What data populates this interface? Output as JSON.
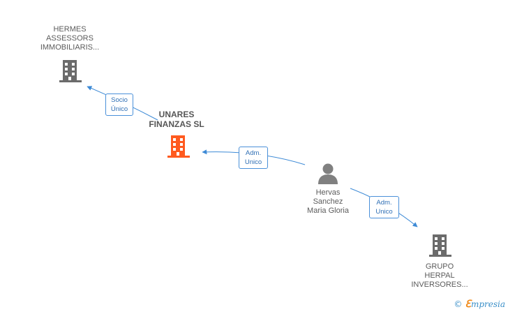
{
  "colors": {
    "edge": "#3d8ad6",
    "building": "#6b6b6b",
    "building_main": "#ff5a1f",
    "person": "#808080"
  },
  "nodes": {
    "hermes": {
      "lines": [
        "HERMES",
        "ASSESSORS",
        "IMMOBILIARIS..."
      ],
      "icon": "building-icon"
    },
    "unares": {
      "lines": [
        "UNARES",
        "FINANZAS SL"
      ],
      "icon": "building-icon"
    },
    "hervas": {
      "lines": [
        "Hervas",
        "Sanchez",
        "Maria Gloria"
      ],
      "icon": "person-icon"
    },
    "grupo": {
      "lines": [
        "GRUPO",
        "HERPAL",
        "INVERSORES..."
      ],
      "icon": "building-icon"
    }
  },
  "edges": {
    "socio": {
      "lines": [
        "Socio",
        "Único"
      ]
    },
    "adm1": {
      "lines": [
        "Adm.",
        "Unico"
      ]
    },
    "adm2": {
      "lines": [
        "Adm.",
        "Unico"
      ]
    }
  },
  "brand": {
    "copyright": "©",
    "initial": "ℇ",
    "name": "mpresia"
  }
}
